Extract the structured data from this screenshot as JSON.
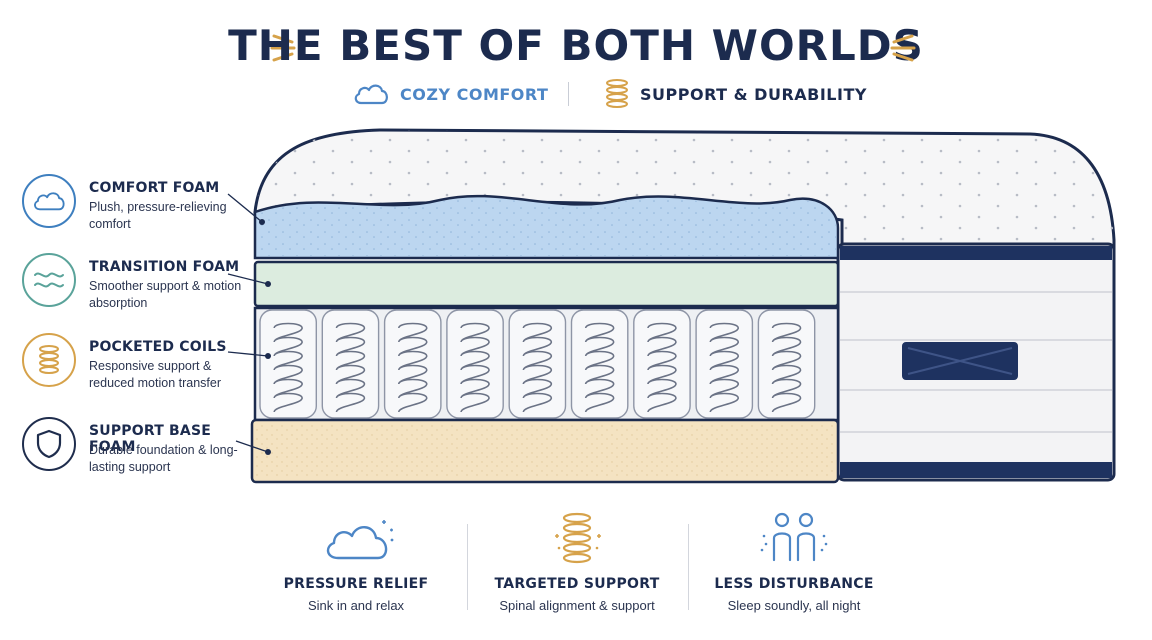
{
  "header": {
    "title": "THE BEST OF BOTH WORLDS",
    "subtitle_left": "COZY COMFORT",
    "subtitle_right": "SUPPORT & DURABILITY"
  },
  "layers": [
    {
      "title": "COMFORT FOAM",
      "desc": "Plush, pressure-relieving comfort",
      "icon": "cloud-icon",
      "color": "#3e7fbf"
    },
    {
      "title": "TRANSITION FOAM",
      "desc": "Smoother support & motion absorption",
      "icon": "waves-icon",
      "color": "#5aa39a"
    },
    {
      "title": "POCKETED COILS",
      "desc": "Responsive support & reduced motion transfer",
      "icon": "coil-icon",
      "color": "#d6a24a"
    },
    {
      "title": "SUPPORT BASE FOAM",
      "desc": "Durable foundation & long-lasting support",
      "icon": "shield-icon",
      "color": "#1f2d4d"
    }
  ],
  "benefits": [
    {
      "title": "PRESSURE RELIEF",
      "desc": "Sink in and relax",
      "icon": "cloud-sparkle-icon"
    },
    {
      "title": "TARGETED SUPPORT",
      "desc": "Spinal alignment & support",
      "icon": "coil-icon"
    },
    {
      "title": "LESS DISTURBANCE",
      "desc": "Sleep soundly, all night",
      "icon": "people-icon"
    }
  ],
  "colors": {
    "navy": "#1c2b4e",
    "comfort_blue": "#bcd6f0",
    "transition_green": "#dcecdf",
    "base_beige": "#f4e3c2",
    "gold": "#d6a24a",
    "accent_blue": "#4d86c6"
  }
}
